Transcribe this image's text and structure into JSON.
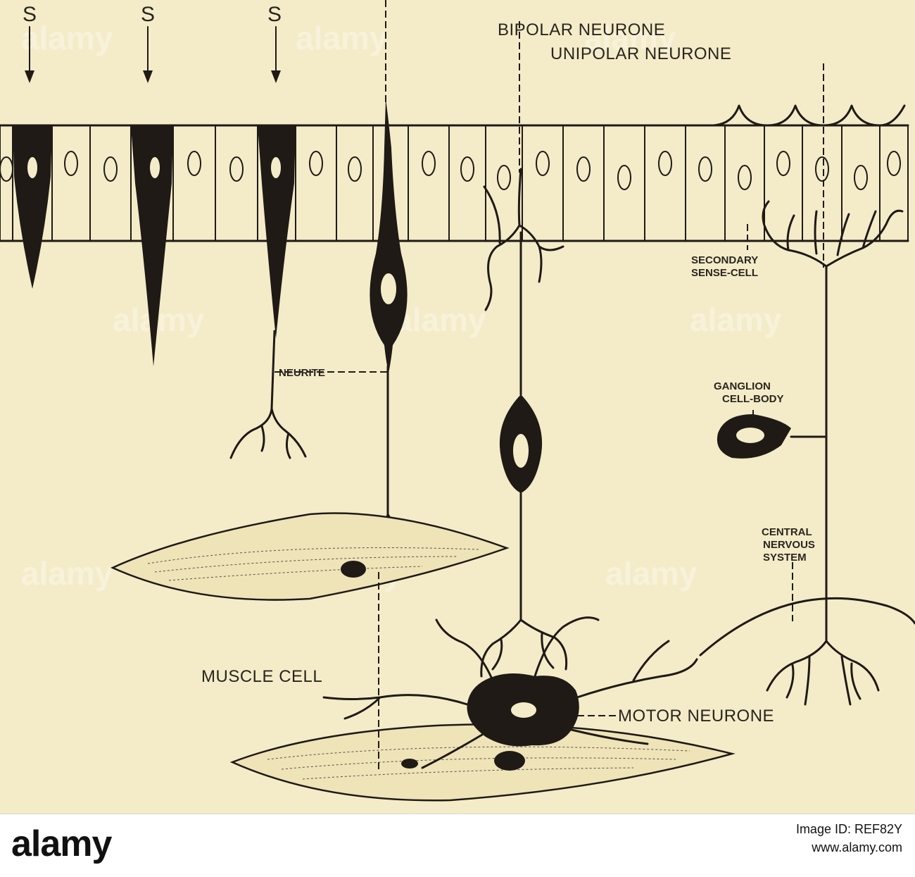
{
  "labels": {
    "s1": "S",
    "s2": "S",
    "s3": "S",
    "bipolar": "BIPOLAR NEURONE",
    "unipolar": "UNIPOLAR NEURONE",
    "secondary_1": "SECONDARY",
    "secondary_2": "SENSE-CELL",
    "neurite": "NEURITE",
    "ganglion_1": "GANGLION",
    "ganglion_2": "CELL-BODY",
    "central_1": "CENTRAL",
    "central_2": "NERVOUS",
    "central_3": "SYSTEM",
    "muscle_cell": "MUSCLE CELL",
    "motor_neurone": "MOTOR NEURONE"
  },
  "watermark": "alamy",
  "footer": {
    "logo": "alamy",
    "line1": "Image ID: REF82Y",
    "line2": "www.alamy.com"
  },
  "colors": {
    "background": "#f4ecc8",
    "ink": "#1f1a16",
    "muscle_fill": "#efe3b8"
  }
}
